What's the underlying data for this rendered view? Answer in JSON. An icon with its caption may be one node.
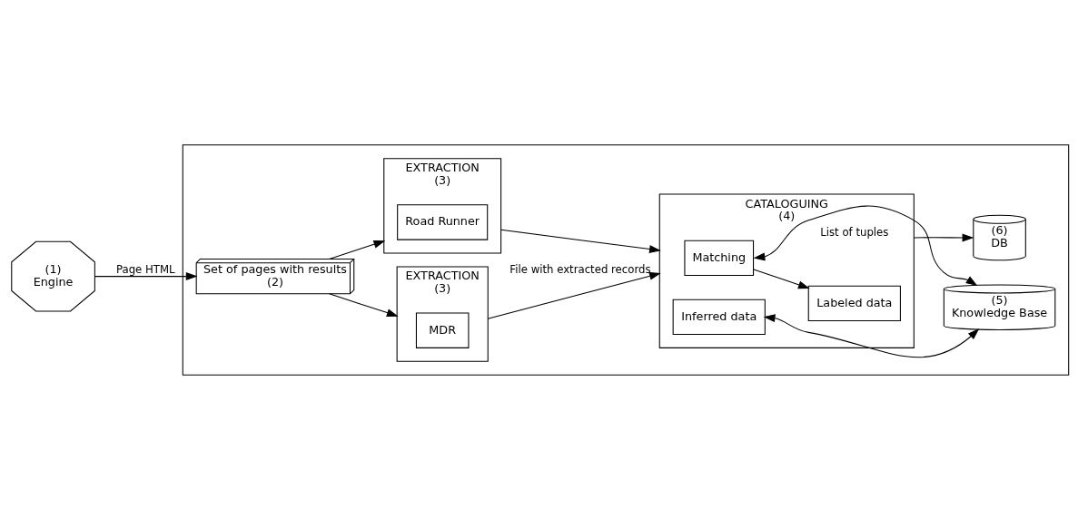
{
  "diagram": {
    "nodes": [
      {
        "text": [
          "(1)",
          "Engine"
        ]
      },
      {
        "text": [],
        "shape": "box"
      },
      {
        "text": [
          "Set of pages with results",
          "(2)"
        ],
        "in": 1
      },
      {
        "text": [
          "EXTRACTION",
          "(3)"
        ],
        "in": 1
      },
      {
        "text": [
          "MDR"
        ],
        "in": 3
      },
      {
        "text": [
          "EXTRACTION",
          "(3)"
        ],
        "in": 1
      },
      {
        "text": [
          "Road Runner"
        ],
        "in": 5
      },
      {
        "text": [
          "CATALOGUING",
          "(4)"
        ],
        "in": 1
      },
      {
        "text": [
          "Matching"
        ],
        "in": 7
      },
      {
        "text": [
          "Labeled data"
        ],
        "in": 7
      },
      {
        "text": [
          "Inferred data"
        ],
        "in": 7
      },
      {
        "text": [
          "(5)",
          "Knowledge Base"
        ],
        "in": 1
      },
      {
        "text": [
          "(6)",
          "DB"
        ],
        "in": 1
      }
    ],
    "edges": [
      {
        "from": 0,
        "to": 2,
        "arrow": "to",
        "label": "Page HTML"
      },
      {
        "from": 2,
        "to": 3,
        "arrow": "to"
      },
      {
        "from": 2,
        "to": 5,
        "arrow": "to"
      },
      {
        "from": 3,
        "to": 7,
        "arrow": "to",
        "label": "File with extracted records"
      },
      {
        "from": 5,
        "to": 7,
        "arrow": "to"
      },
      {
        "from": 8,
        "to": 11,
        "arrow": "both"
      },
      {
        "from": 8,
        "to": 9,
        "arrow": "to"
      },
      {
        "from": 10,
        "to": 11,
        "arrow": "both"
      },
      {
        "from": 7,
        "to": 12,
        "arrow": "to",
        "label": "List of tuples"
      }
    ]
  }
}
